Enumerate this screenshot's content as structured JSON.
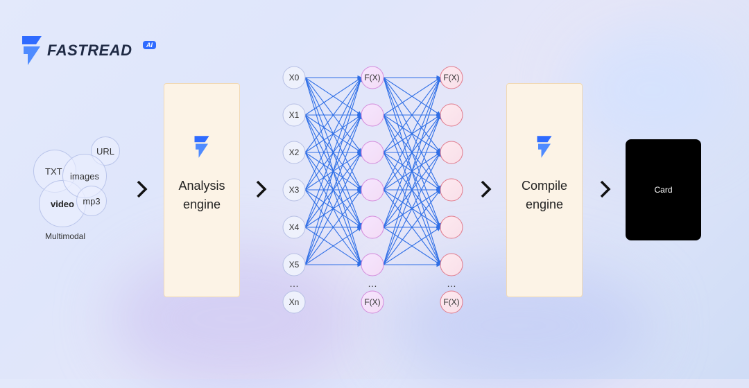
{
  "logo": {
    "text": "FASTREAD",
    "badge": "AI",
    "icon": "lightning-logo-icon"
  },
  "inputs": {
    "bubbles": [
      "TXT",
      "images",
      "URL",
      "video",
      "mp3"
    ],
    "caption": "Multimodal"
  },
  "analysis_engine": {
    "label": "Analysis\nengine",
    "icon": "lightning-logo-icon"
  },
  "compile_engine": {
    "label": "Compile\nengine",
    "icon": "lightning-logo-icon"
  },
  "network": {
    "input_nodes": [
      "X0",
      "X1",
      "X2",
      "X3",
      "X4",
      "X5"
    ],
    "input_last": "Xn",
    "hidden_top": "F(X)",
    "hidden_last": "F(X)",
    "output_top": "F(X)",
    "output_last": "F(X)",
    "ellipsis": "…",
    "edge_color": "#2f6fe6"
  },
  "card": {
    "label": "Card"
  },
  "arrows": "chevron-right-icon"
}
